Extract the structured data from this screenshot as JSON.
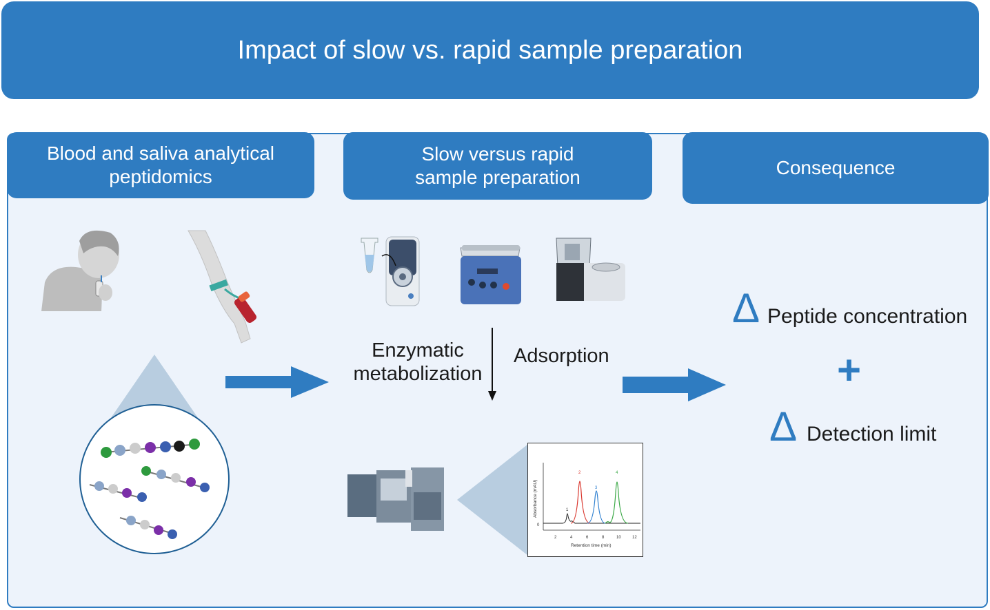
{
  "title": "Impact of slow vs. rapid sample preparation",
  "columns": {
    "left": "Blood and saliva analytical peptidomics",
    "middle": "Slow versus rapid sample preparation",
    "right": "Consequence"
  },
  "processes": {
    "enzymatic": "Enzymatic metabolization",
    "adsorption": "Adsorption"
  },
  "consequences": {
    "delta_symbol": "Δ",
    "item1": "Peptide concentration",
    "plus": "+",
    "item2": "Detection limit"
  },
  "chromatogram": {
    "ylabel": "Absorbance (mAU)",
    "xlabel": "Retention time (min)",
    "xticks": [
      "2",
      "4",
      "6",
      "8",
      "10",
      "12"
    ],
    "yzero": "0",
    "peak_labels": [
      "1",
      "2",
      "3",
      "4"
    ]
  },
  "colors": {
    "accent": "#2f7cc1",
    "panel_bg": "#edf3fb",
    "peak1": "#222222",
    "peak2": "#d9342b",
    "peak3": "#2f80d0",
    "peak4": "#3aa845"
  }
}
